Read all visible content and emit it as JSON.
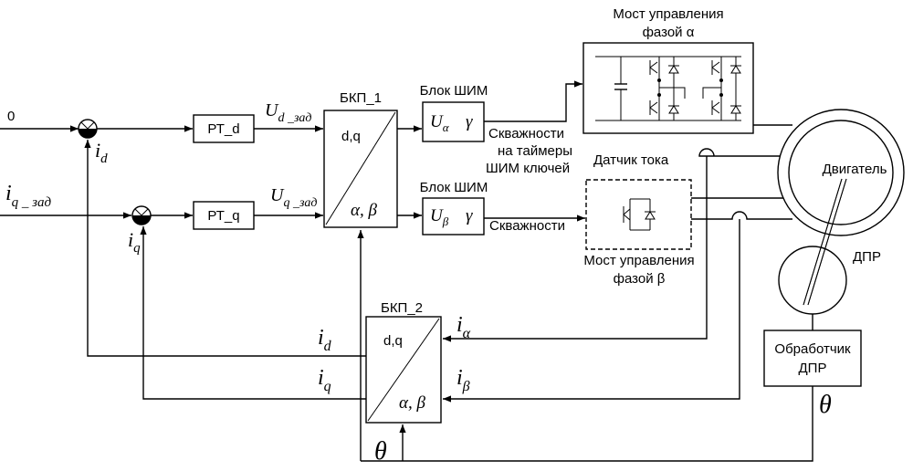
{
  "inputs": {
    "zero": "0",
    "iq_ref_main": "i",
    "iq_ref_sub": "q _ зад"
  },
  "summers": {
    "id_main": "i",
    "id_sub": "d",
    "iq_main": "i",
    "iq_sub": "q"
  },
  "blocks": {
    "rt_d": "РТ_d",
    "rt_q": "РТ_q",
    "ud_ref_main": "U",
    "ud_ref_sub": "d _зад",
    "uq_ref_main": "U",
    "uq_ref_sub": "q _зад",
    "bkp1_title": "БКП_1",
    "bkp1_top": "d,q",
    "bkp1_bottom": "α, β",
    "pwm_title_a": "Блок ШИМ",
    "pwm_u_a": "U",
    "pwm_sub_a": "α",
    "pwm_gamma_a": "γ",
    "pwm_title_b": "Блок ШИМ",
    "pwm_u_b": "U",
    "pwm_sub_b": "β",
    "pwm_gamma_b": "γ",
    "duty_a_line1": "Скважности",
    "duty_a_line2": "на таймеры",
    "duty_a_line3": "ШИМ ключей",
    "duty_b": "Скважности",
    "bridge_a_line1": "Мост управления",
    "bridge_a_line2": "фазой α",
    "bridge_b_line1": "Мост управления",
    "bridge_b_line2": "фазой β",
    "current_sensor": "Датчик тока",
    "motor": "Двигатель",
    "dpr": "ДПР",
    "dpr_proc_line1": "Обработчик",
    "dpr_proc_line2": "ДПР",
    "theta_right": "θ",
    "bkp2_title": "БКП_2",
    "bkp2_top": "d,q",
    "bkp2_bottom": "α, β",
    "fb_id_main": "i",
    "fb_id_sub": "d",
    "fb_iq_main": "i",
    "fb_iq_sub": "q",
    "i_alpha_main": "i",
    "i_alpha_sub": "α",
    "i_beta_main": "i",
    "i_beta_sub": "β",
    "theta_bottom": "θ"
  }
}
